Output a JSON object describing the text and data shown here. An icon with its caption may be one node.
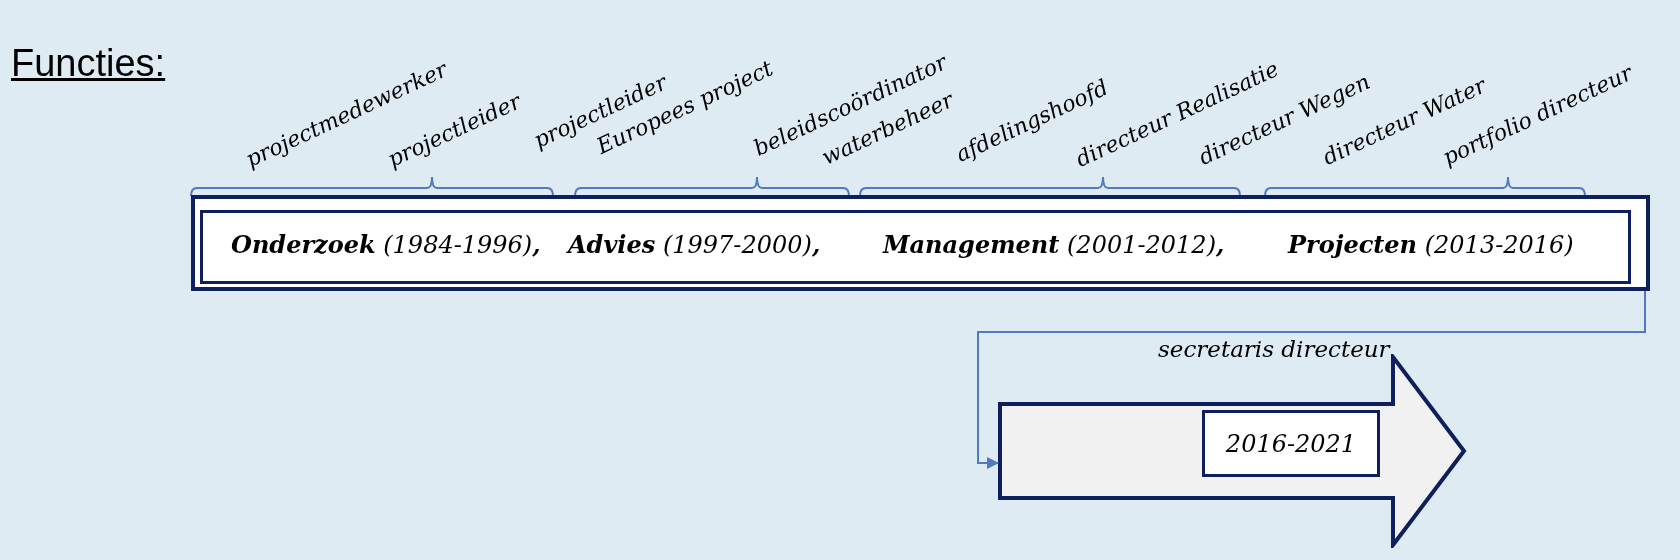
{
  "diagram": {
    "title": "Functies:",
    "nodes": [
      {
        "text": [],
        "shape": "box"
      },
      {
        "text": [
          "**Onderzoek** (1984-1996)**,**",
          "**Advies** (1997-2000)**,**",
          "**Management** (2001-2012)**,**",
          "**Projecten** (2013-2016)"
        ],
        "in": 0
      },
      {
        "text": [],
        "shape": "arrow",
        "beside": [
          "secretaris directeur"
        ]
      },
      {
        "text": [
          "2016-2021"
        ],
        "in": 2
      }
    ],
    "edges": [
      {
        "from": 0,
        "to": 2,
        "arrow": "to"
      }
    ],
    "labels": [
      "projectmedewerker",
      "projectleider",
      "projectleider",
      "Europees project",
      "beleidscoördinator",
      "waterbeheer",
      "afdelingshoofd",
      "directeur Realisatie",
      "directeur Wegen",
      "directeur Water",
      "portfolio directeur"
    ]
  }
}
